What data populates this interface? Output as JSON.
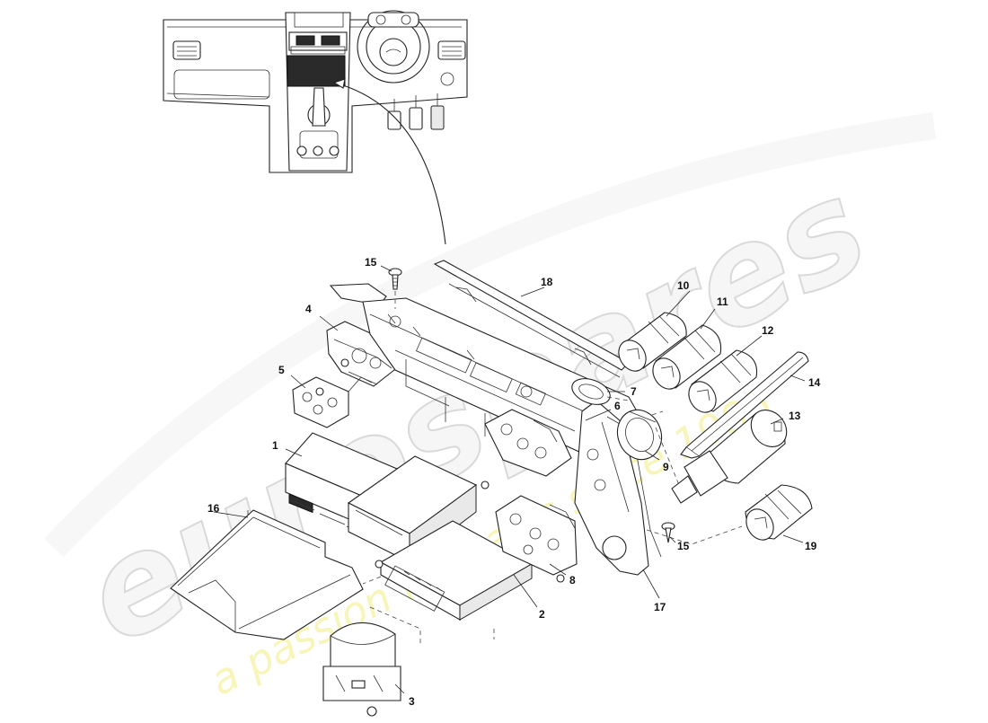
{
  "watermark": {
    "brand": "eurospares",
    "tagline": "a passion for parts since 1985",
    "tagline_color": "#f2ee8a"
  },
  "callouts": [
    {
      "id": "1",
      "label": "1"
    },
    {
      "id": "2",
      "label": "2"
    },
    {
      "id": "3",
      "label": "3"
    },
    {
      "id": "4",
      "label": "4"
    },
    {
      "id": "5",
      "label": "5"
    },
    {
      "id": "6",
      "label": "6"
    },
    {
      "id": "7",
      "label": "7"
    },
    {
      "id": "8",
      "label": "8"
    },
    {
      "id": "9",
      "label": "9"
    },
    {
      "id": "10",
      "label": "10"
    },
    {
      "id": "11",
      "label": "11"
    },
    {
      "id": "12",
      "label": "12"
    },
    {
      "id": "13",
      "label": "13"
    },
    {
      "id": "14",
      "label": "14"
    },
    {
      "id": "15a",
      "label": "15"
    },
    {
      "id": "15b",
      "label": "15"
    },
    {
      "id": "16",
      "label": "16"
    },
    {
      "id": "17",
      "label": "17"
    },
    {
      "id": "18",
      "label": "18"
    },
    {
      "id": "19",
      "label": "19"
    }
  ]
}
